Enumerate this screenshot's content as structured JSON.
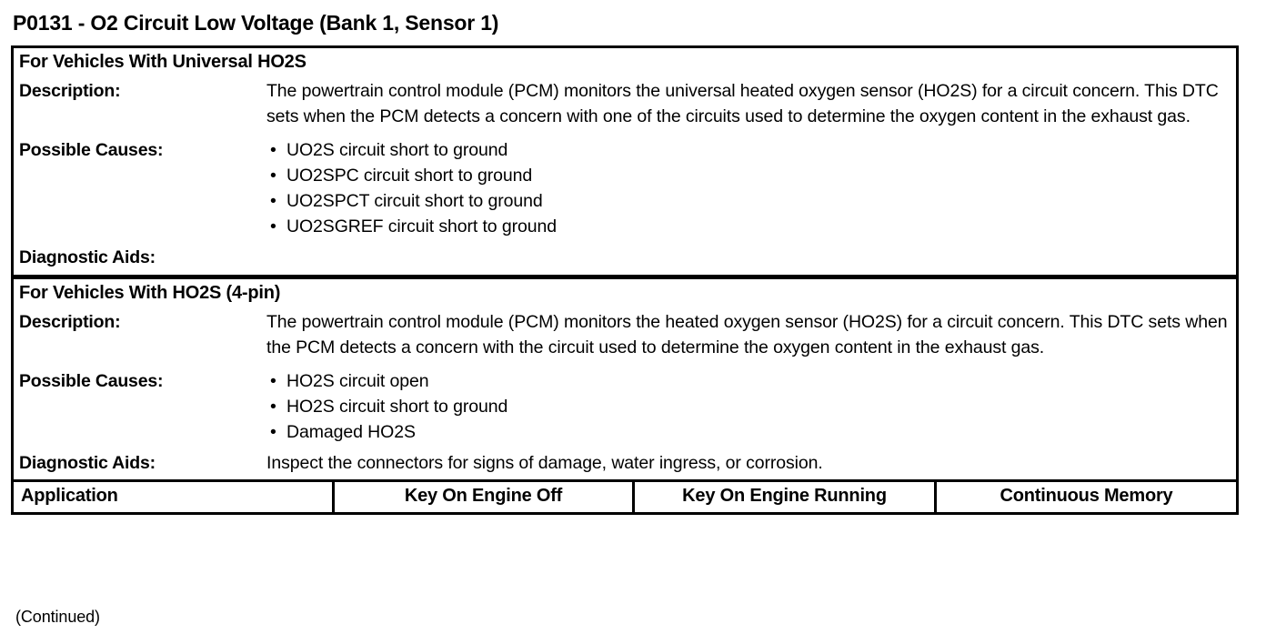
{
  "document": {
    "title": "P0131 - O2 Circuit Low Voltage (Bank 1, Sensor 1)",
    "footer_note": "(Continued)"
  },
  "labels": {
    "description": "Description:",
    "possible_causes": "Possible Causes:",
    "diagnostic_aids": "Diagnostic Aids:"
  },
  "sections": [
    {
      "heading": "For Vehicles With Universal HO2S",
      "description": "The powertrain control module (PCM) monitors the universal heated oxygen sensor (HO2S) for a circuit concern. This DTC sets when the PCM detects a concern with one of the circuits used to determine the oxygen content in the exhaust gas.",
      "causes": [
        "UO2S circuit short to ground",
        "UO2SPC circuit short to ground",
        "UO2SPCT circuit short to ground",
        "UO2SGREF circuit short to ground"
      ],
      "diagnostic_aids": ""
    },
    {
      "heading": "For Vehicles With HO2S (4-pin)",
      "description": "The powertrain control module (PCM) monitors the heated oxygen sensor (HO2S) for a circuit concern. This DTC sets when the PCM detects a concern with the circuit used to determine the oxygen content in the exhaust gas.",
      "causes": [
        "HO2S circuit open",
        "HO2S circuit short to ground",
        "Damaged HO2S"
      ],
      "diagnostic_aids": "Inspect the connectors for signs of damage, water ingress, or corrosion."
    }
  ],
  "column_header": {
    "columns": [
      "Application",
      "Key On Engine Off",
      "Key On Engine Running",
      "Continuous Memory"
    ]
  },
  "bullet_glyph": "•",
  "colors": {
    "text": "#000000",
    "background": "#ffffff",
    "border": "#000000"
  }
}
